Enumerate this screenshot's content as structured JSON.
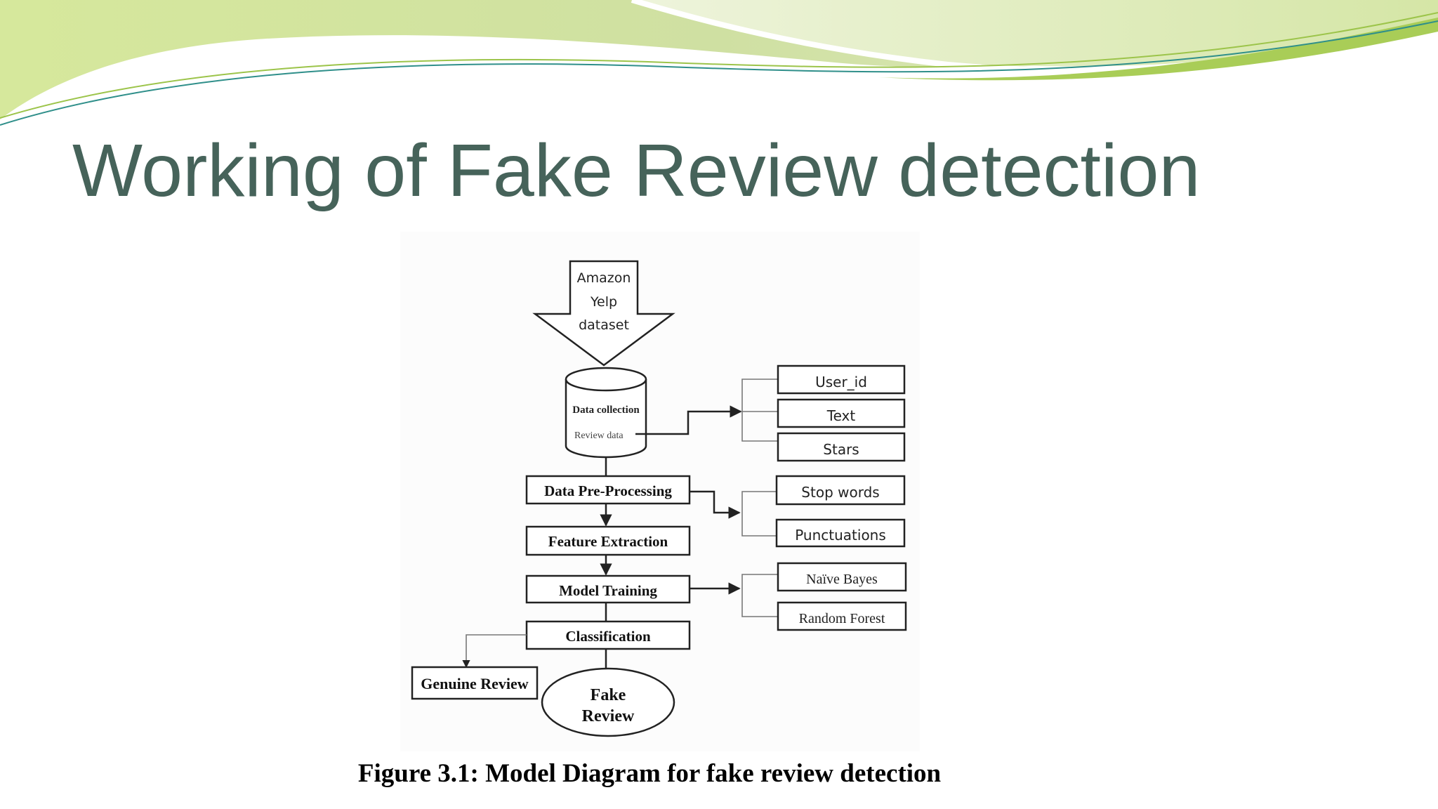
{
  "slide": {
    "title": "Working of Fake Review detection"
  },
  "diagram": {
    "source_arrow": {
      "lines": [
        "Amazon",
        "Yelp",
        "dataset"
      ]
    },
    "database": {
      "title": "Data collection",
      "subtitle": "Review data"
    },
    "pipeline": [
      {
        "label": "Data Pre-Processing"
      },
      {
        "label": "Feature Extraction"
      },
      {
        "label": "Model Training"
      },
      {
        "label": "Classification"
      }
    ],
    "review_fields": [
      "User_id",
      "Text",
      "Stars"
    ],
    "preprocessing_steps": [
      "Stop words",
      "Punctuations"
    ],
    "models": [
      "Naïve Bayes",
      "Random Forest"
    ],
    "outputs": {
      "genuine": "Genuine Review",
      "fake_lines": [
        "Fake",
        "Review"
      ]
    },
    "caption": "Figure 3.1: Model Diagram for fake review detection"
  },
  "colors": {
    "title": "#46635a",
    "wave_light": "#e6efc9",
    "wave_mid": "#c9dc92",
    "wave_dark": "#8fbf3b",
    "wave_line": "#2f8f8a",
    "stroke": "#222222"
  }
}
